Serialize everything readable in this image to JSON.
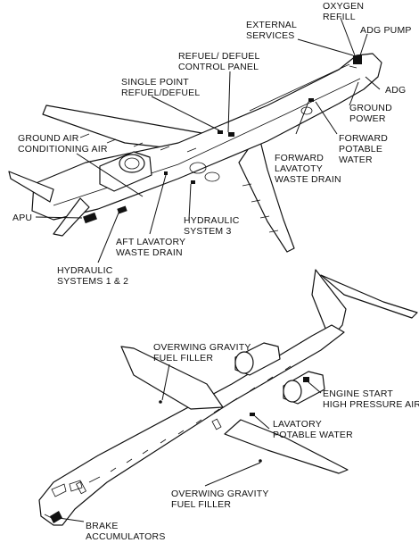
{
  "labels": {
    "oxygen": [
      "OXYGEN",
      "REFILL"
    ],
    "external": [
      "EXTERNAL",
      "SERVICES"
    ],
    "adg_pump": [
      "ADG PUMP"
    ],
    "refuel_panel": [
      "REFUEL/ DEFUEL",
      "CONTROL PANEL"
    ],
    "single_point": [
      "SINGLE POINT",
      "REFUEL/DEFUEL"
    ],
    "adg": [
      "ADG"
    ],
    "ground_power": [
      "GROUND",
      "POWER"
    ],
    "ground_air": [
      "GROUND AIR",
      "CONDITIONING AIR"
    ],
    "fwd_water": [
      "FORWARD",
      "POTABLE",
      "WATER"
    ],
    "fwd_lav": [
      "FORWARD",
      "LAVATOTY",
      "WASTE DRAIN"
    ],
    "apu": [
      "APU"
    ],
    "hyd3": [
      "HYDRAULIC",
      "SYSTEM 3"
    ],
    "aft_lav": [
      "AFT LAVATORY",
      "WASTE DRAIN"
    ],
    "hyd12": [
      "HYDRAULIC",
      "SYSTEMS 1 & 2"
    ],
    "overwing_top": [
      "OVERWING GRAVITY",
      "FUEL FILLER"
    ],
    "engine_start": [
      "ENGINE START",
      "HIGH PRESSURE AIR"
    ],
    "lav_water": [
      "LAVATORY",
      "POTABLE WATER"
    ],
    "overwing_bottom": [
      "OVERWING GRAVITY",
      "FUEL FILLER"
    ],
    "brake": [
      "BRAKE",
      "ACCUMULATORS"
    ]
  }
}
